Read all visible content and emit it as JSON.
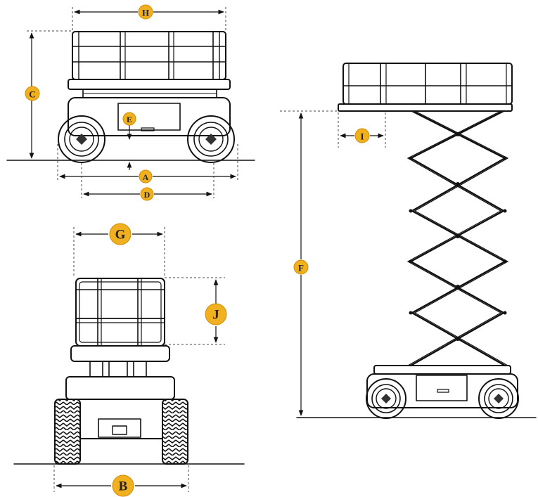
{
  "badge_color": "#f0b020",
  "labels": {
    "A": "A",
    "B": "B",
    "C": "C",
    "D": "D",
    "E": "E",
    "F": "F",
    "G": "G",
    "H": "H",
    "I": "I",
    "J": "J"
  }
}
